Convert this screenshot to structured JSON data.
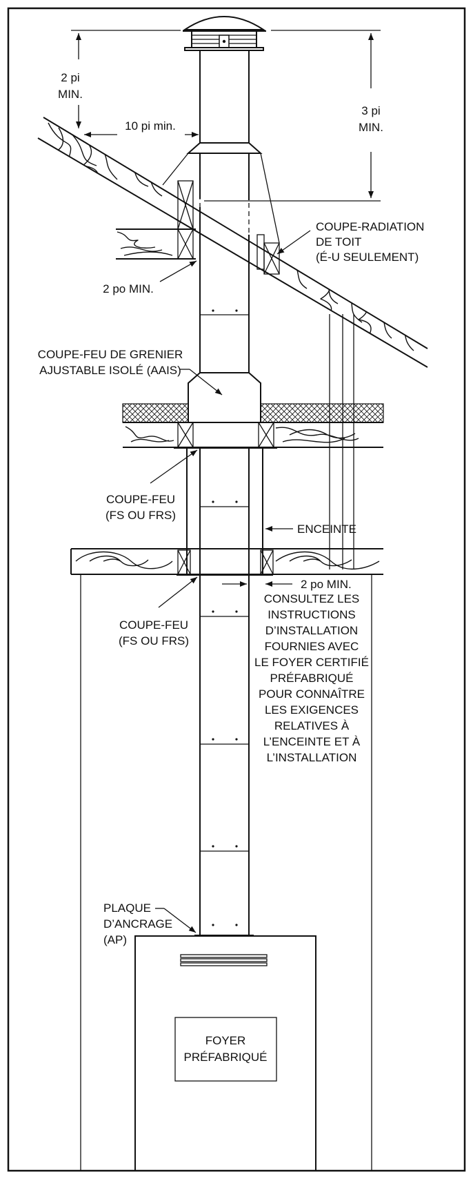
{
  "labels": {
    "clear_2pi_a": "2 pi",
    "clear_2pi_b": "MIN.",
    "clear_3pi_a": "3 pi",
    "clear_3pi_b": "MIN.",
    "horiz_10pi": "10 pi min.",
    "roof_shield_a": "COUPE-RADIATION",
    "roof_shield_b": "DE TOIT",
    "roof_shield_c": "(É-U SEULEMENT)",
    "roof_2po": "2 po MIN.",
    "attic_a": "COUPE-FEU DE GRENIER",
    "attic_b": "AJUSTABLE ISOLÉ (AAIS)",
    "fs1_a": "COUPE-FEU",
    "fs1_b": "(FS OU FRS)",
    "enclosure": "ENCEINTE",
    "encl_2po": "2 po MIN.",
    "fs2_a": "COUPE-FEU",
    "fs2_b": "(FS OU FRS)",
    "note_lines": [
      "CONSULTEZ LES",
      "INSTRUCTIONS",
      "D’INSTALLATION",
      "FOURNIES AVEC",
      "LE FOYER CERTIFIÉ",
      "PRÉFABRIQUÉ",
      "POUR CONNAÎTRE",
      "LES EXIGENCES",
      "RELATIVES À",
      "L’ENCEINTE ET À",
      "L’INSTALLATION"
    ],
    "anchor_a": "PLAQUE",
    "anchor_b": "D’ANCRAGE",
    "anchor_c": "(AP)",
    "fireplace_a": "FOYER",
    "fireplace_b": "PRÉFABRIQUÉ"
  }
}
